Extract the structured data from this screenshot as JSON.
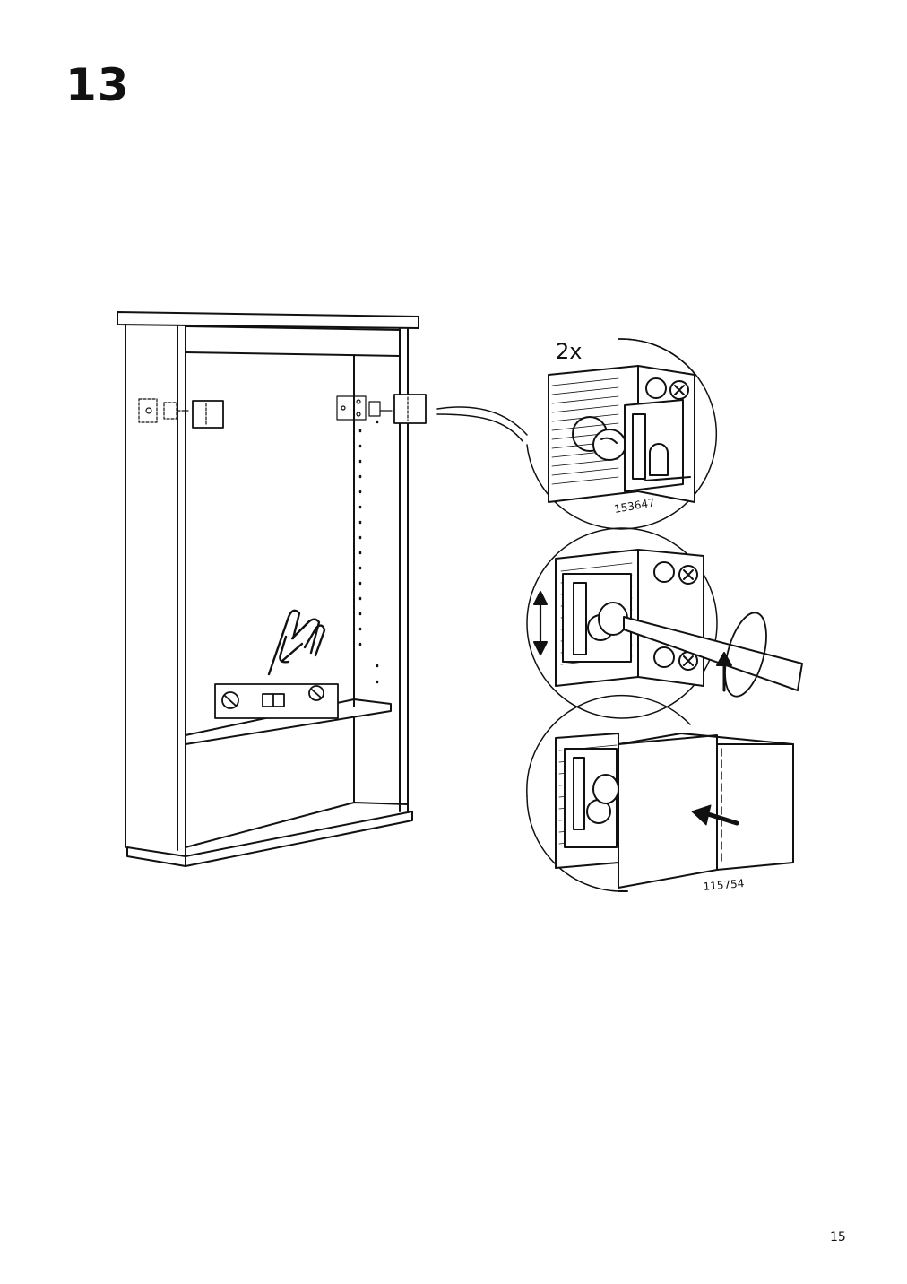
{
  "step": {
    "number": "13"
  },
  "detail_1": {
    "quantity": "2x",
    "part_number": "153647"
  },
  "detail_3": {
    "part_number": "115754"
  },
  "page": {
    "number": "15"
  }
}
